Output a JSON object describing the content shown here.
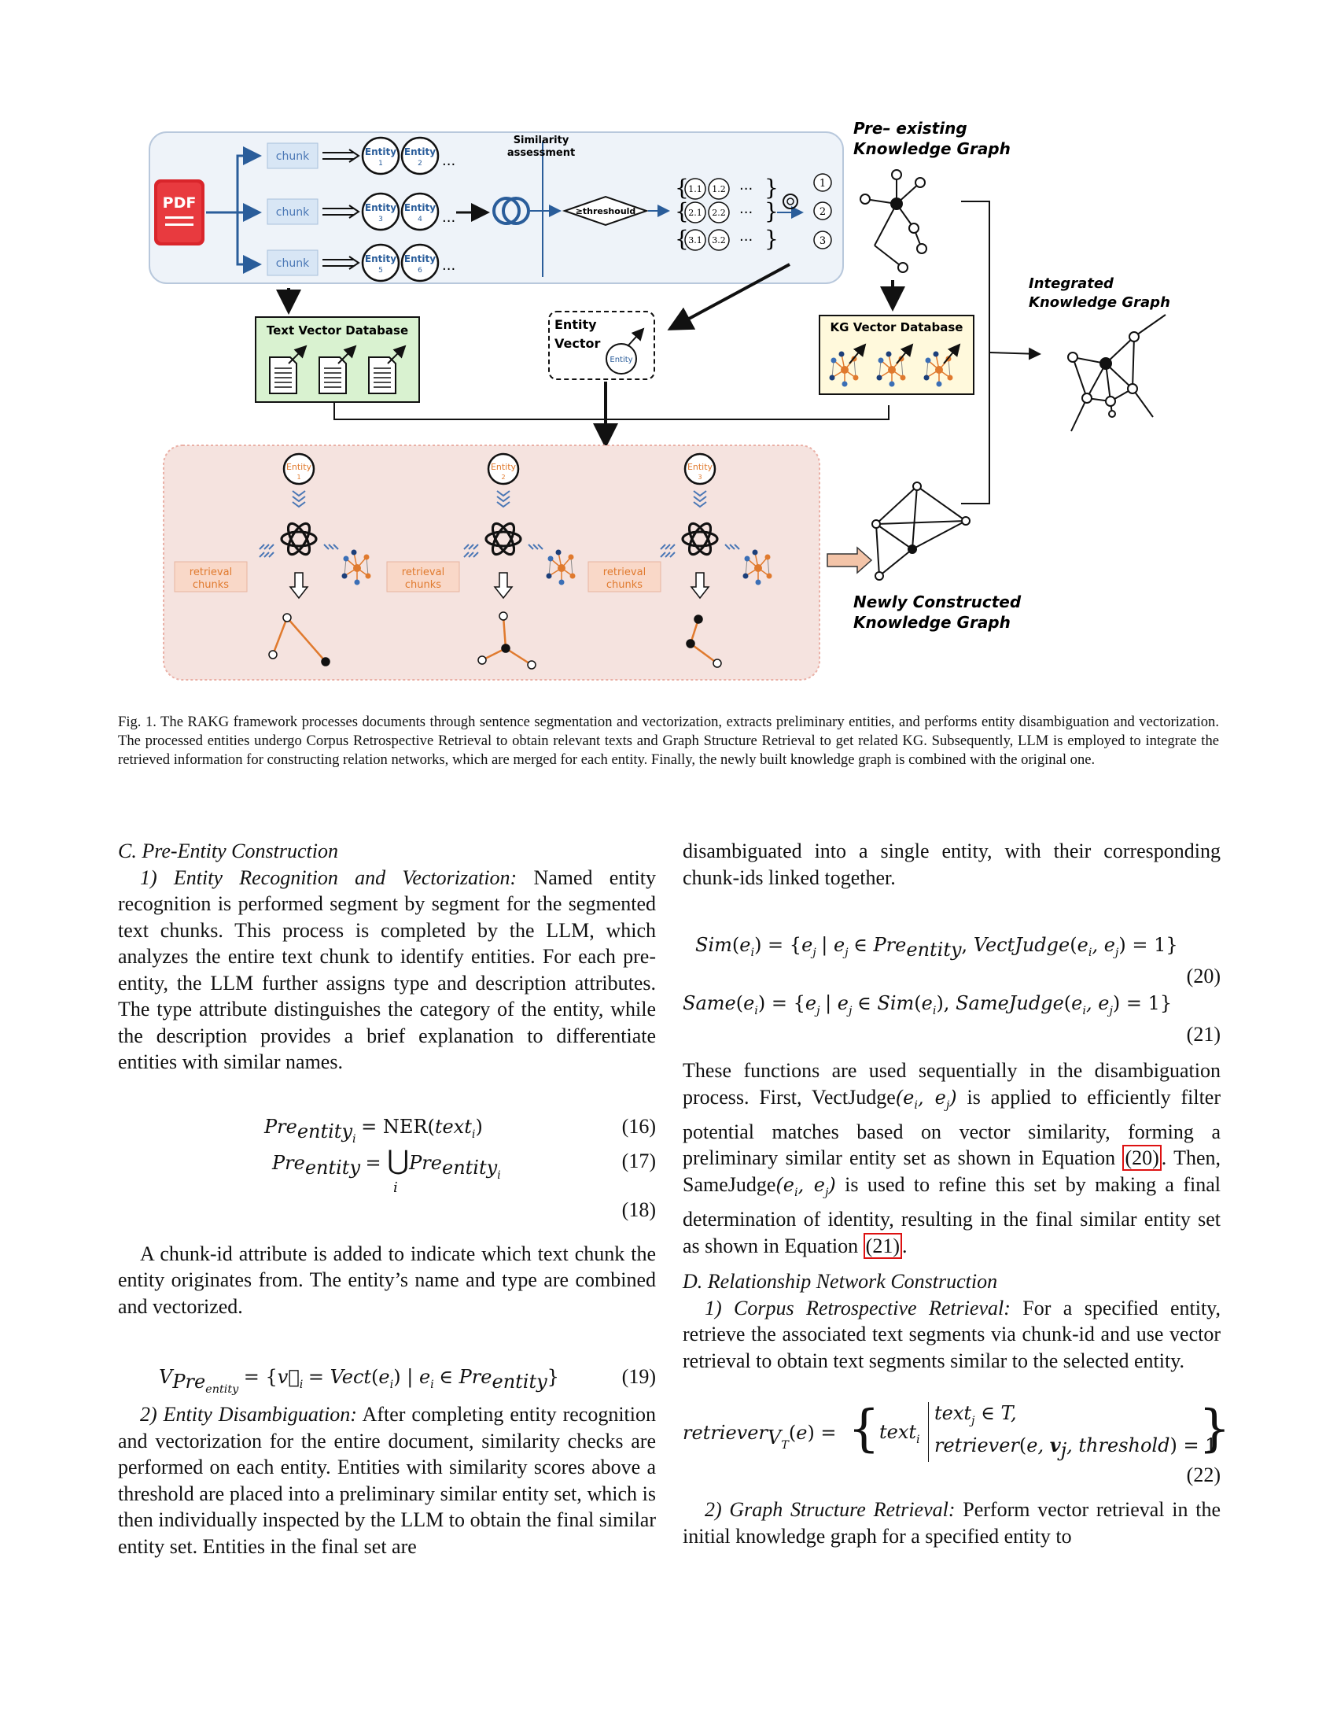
{
  "figure": {
    "chunk_label": "chunk",
    "pdf_label": "PDF",
    "entity_label": "Entity",
    "entity_numbers": [
      "1",
      "2",
      "3",
      "4",
      "5",
      "6"
    ],
    "ellipsis": "...",
    "similarity_line1": "Similarity",
    "similarity_line2": "assessment",
    "threshold_label": "≥threshould",
    "set_labels": [
      [
        "1.1",
        "1.2"
      ],
      [
        "2.1",
        "2.2"
      ],
      [
        "3.1",
        "3.2"
      ]
    ],
    "result_numbers": [
      "1",
      "2",
      "3"
    ],
    "preexisting_kg_line1": "Pre– existing",
    "preexisting_kg_line2": "Knowledge Graph",
    "integrated_kg_line1": "Integrated",
    "integrated_kg_line2": "Knowledge Graph",
    "text_vector_db": "Text Vector Database",
    "entity_vector_line1": "Entity",
    "entity_vector_line2": "Vector",
    "kg_vector_db": "KG Vector Database",
    "retrieval_chunks_line1": "retrieval",
    "retrieval_chunks_line2": "chunks",
    "retrieval_entity_numbers": [
      "1",
      "2",
      "3"
    ],
    "new_kg_line1": "Newly Constructed",
    "new_kg_line2": "Knowledge Graph"
  },
  "caption": "Fig. 1.   The RAKG framework processes documents through sentence segmentation and vectorization, extracts preliminary entities, and performs entity disambiguation and vectorization. The processed entities undergo Corpus Retrospective Retrieval to obtain relevant texts and Graph Structure Retrieval to get related KG. Subsequently, LLM is employed to integrate the retrieved information for constructing relation networks, which are merged for each entity. Finally, the newly built knowledge graph is combined with the original one.",
  "left": {
    "section_title": "C.  Pre-Entity Construction",
    "sub1_title": "1)  Entity Recognition and Vectorization:",
    "sub1_text": " Named entity recognition is performed segment by segment for the segmented text chunks. This process is completed by the LLM, which analyzes the entire text chunk to identify entities. For each pre-entity, the LLM further assigns type and description attributes. The type attribute distinguishes the category of the entity, while the description provides a brief explanation to differentiate entities with similar names.",
    "eq16_num": "(16)",
    "eq17_num": "(17)",
    "eq18_num": "(18)",
    "para2": "A chunk-id attribute is added to indicate which text chunk the entity originates from. The entity’s name and type are combined and vectorized.",
    "eq19_num": "(19)",
    "sub2_title": "2)  Entity Disambiguation:",
    "sub2_text": " After completing entity recognition and vectorization for the entire document, similarity checks are performed on each entity. Entities with similarity scores above a threshold are placed into a preliminary similar entity set, which is then individually inspected by the LLM to obtain the final similar entity set. Entities in the final set are"
  },
  "right": {
    "para_top": "disambiguated into a single entity, with their corresponding chunk-ids linked together.",
    "eq20_num": "(20)",
    "eq21_num": "(21)",
    "para_mid_1": "These functions are used sequentially in the disambiguation process. First, VectJudge",
    "para_mid_2": " is applied to efficiently filter potential matches based on vector similarity, forming a preliminary similar entity set as shown in Equation ",
    "ref20": "(20)",
    "para_mid_3": ". Then, SameJudge",
    "para_mid_4": " is used to refine this set by making a final determination of identity, resulting in the final similar entity set as shown in Equation ",
    "ref21": "(21)",
    "para_mid_5": ".",
    "section_title": "D.  Relationship Network Construction",
    "sub1_title": "1)  Corpus Retrospective Retrieval:",
    "sub1_text": " For a specified entity, retrieve the associated text segments via chunk-id and use vector retrieval to obtain text segments similar to the selected entity.",
    "eq22_num": "(22)",
    "sub2_title": "2)  Graph Structure Retrieval:",
    "sub2_text": " Perform vector retrieval in the initial knowledge graph for a specified entity to"
  }
}
